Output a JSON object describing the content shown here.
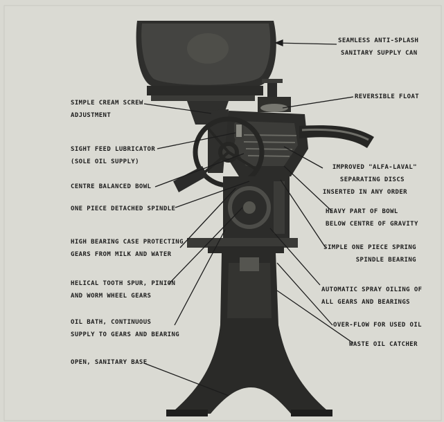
{
  "labels": {
    "supply_can": [
      "SEAMLESS ANTI-SPLASH",
      "SANITARY SUPPLY CAN"
    ],
    "reversible_float": [
      "REVERSIBLE FLOAT"
    ],
    "cream_screw": [
      "SIMPLE CREAM SCREW",
      "ADJUSTMENT"
    ],
    "lubricator": [
      "SIGHT FEED LUBRICATOR",
      "(SOLE OIL SUPPLY)"
    ],
    "separating_discs": [
      "IMPROVED \"ALFA-LAVAL\"",
      "SEPARATING DISCS",
      "INSERTED IN ANY ORDER"
    ],
    "centre_bowl": [
      "CENTRE BALANCED BOWL"
    ],
    "heavy_part": [
      "HEAVY PART OF BOWL",
      "BELOW CENTRE OF GRAVITY"
    ],
    "spindle": [
      "ONE PIECE DETACHED SPINDLE"
    ],
    "bearing_case": [
      "HIGH BEARING CASE PROTECTING",
      "GEARS FROM MILK AND WATER"
    ],
    "spring_bearing": [
      "SIMPLE ONE PIECE SPRING",
      "SPINDLE BEARING"
    ],
    "helical_gears": [
      "HELICAL TOOTH SPUR, PINION",
      "AND WORM WHEEL GEARS"
    ],
    "spray_oiling": [
      "AUTOMATIC SPRAY OILING OF",
      "ALL GEARS AND BEARINGS"
    ],
    "oil_bath": [
      "OIL BATH, CONTINUOUS",
      "SUPPLY TO GEARS AND BEARING"
    ],
    "overflow": [
      "OVER-FLOW FOR USED OIL"
    ],
    "waste_oil": [
      "WASTE OIL CATCHER"
    ],
    "base": [
      "OPEN, SANITARY BASE"
    ]
  },
  "colors": {
    "paper": "#d9d9d2",
    "iron": "#2b2b2a",
    "iron_highlight": "#5a5a56",
    "text": "#1c1c1c"
  }
}
